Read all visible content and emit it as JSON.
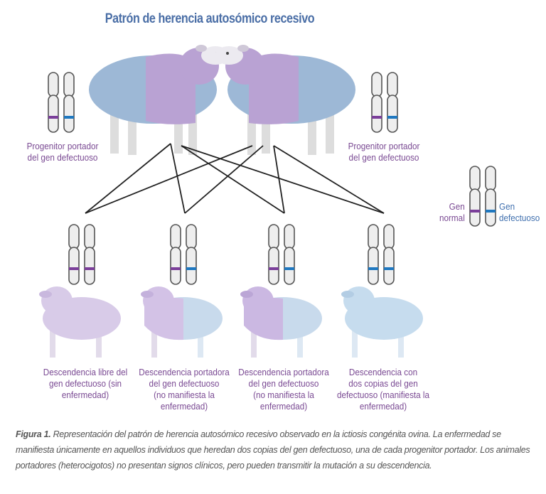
{
  "title": "Patrón de herencia autosómico recesivo",
  "parents": [
    {
      "label_line1": "Progenitor portador",
      "label_line2": "del gen defectuoso"
    },
    {
      "label_line1": "Progenitor portador",
      "label_line2": "del gen defectuoso"
    }
  ],
  "offspring": [
    {
      "line1": "Descendencia libre del",
      "line2": "gen defectuoso (sin",
      "line3": "enfermedad)"
    },
    {
      "line1": "Descendencia portadora",
      "line2": "del gen defectuoso",
      "line3": "(no manifiesta la",
      "line4": "enfermedad)"
    },
    {
      "line1": "Descendencia portadora",
      "line2": "del gen defectuoso",
      "line3": "(no manifiesta la",
      "line4": "enfermedad)"
    },
    {
      "line1": "Descendencia con",
      "line2": "dos copias del gen",
      "line3": "defectuoso (manifiesta la",
      "line4": "enfermedad)"
    }
  ],
  "legend": {
    "normal_line1": "Gen",
    "normal_line2": "normal",
    "defective_line1": "Gen",
    "defective_line2": "defectuoso"
  },
  "caption": {
    "label": "Figura 1.",
    "text": " Representación del patrón de herencia autosómico recesivo observado en la ictiosis congénita ovina. La enfermedad se manifiesta únicamente en aquellos individuos que heredan dos copias del gen defectuoso, una de cada progenitor portador. Los animales portadores (heterocigotos) no presentan signos clínicos, pero pueden transmitir la mutación a su descendencia."
  },
  "colors": {
    "normal": "#7b3f9a",
    "defective": "#1f78c0",
    "purple_wool": "#b9a2d3",
    "blue_wool": "#9db8d6",
    "title": "#4a6ea6"
  }
}
